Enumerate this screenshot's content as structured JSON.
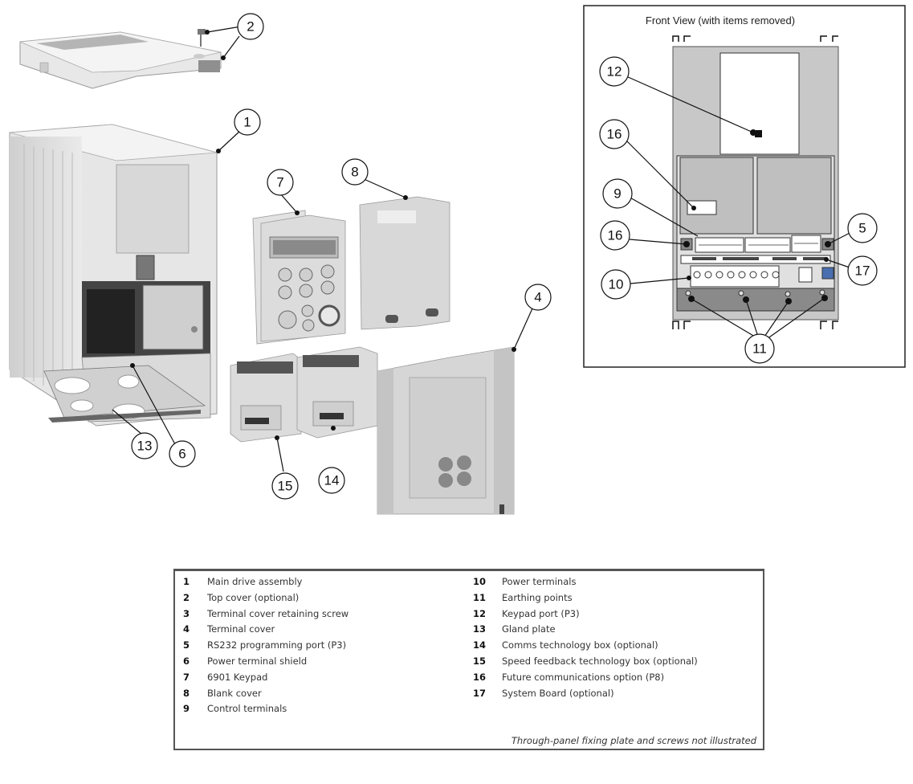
{
  "front_view": {
    "title": "Front View (with items removed)"
  },
  "callouts": {
    "c1": "1",
    "c2": "2",
    "c4": "4",
    "c5": "5",
    "c6": "6",
    "c7": "7",
    "c8": "8",
    "c9": "9",
    "c10": "10",
    "c11": "11",
    "c12": "12",
    "c13": "13",
    "c14": "14",
    "c15": "15",
    "c16a": "16",
    "c16b": "16",
    "c17": "17"
  },
  "legend": {
    "left": [
      {
        "num": "1",
        "label": "Main drive assembly"
      },
      {
        "num": "2",
        "label": "Top cover (optional)"
      },
      {
        "num": "3",
        "label": "Terminal cover retaining screw"
      },
      {
        "num": "4",
        "label": "Terminal cover"
      },
      {
        "num": "5",
        "label": "RS232 programming port (P3)"
      },
      {
        "num": "6",
        "label": "Power terminal shield"
      },
      {
        "num": "7",
        "label": "6901 Keypad"
      },
      {
        "num": "8",
        "label": "Blank cover"
      },
      {
        "num": "9",
        "label": "Control terminals"
      }
    ],
    "right": [
      {
        "num": "10",
        "label": "Power terminals"
      },
      {
        "num": "11",
        "label": "Earthing points"
      },
      {
        "num": "12",
        "label": "Keypad port (P3)"
      },
      {
        "num": "13",
        "label": "Gland plate"
      },
      {
        "num": "14",
        "label": "Comms technology box (optional)"
      },
      {
        "num": "15",
        "label": "Speed feedback technology box (optional)"
      },
      {
        "num": "16",
        "label": "Future communications option (P8)"
      },
      {
        "num": "17",
        "label": "System Board (optional)"
      }
    ],
    "note": "Through-panel fixing plate and screws not illustrated"
  }
}
